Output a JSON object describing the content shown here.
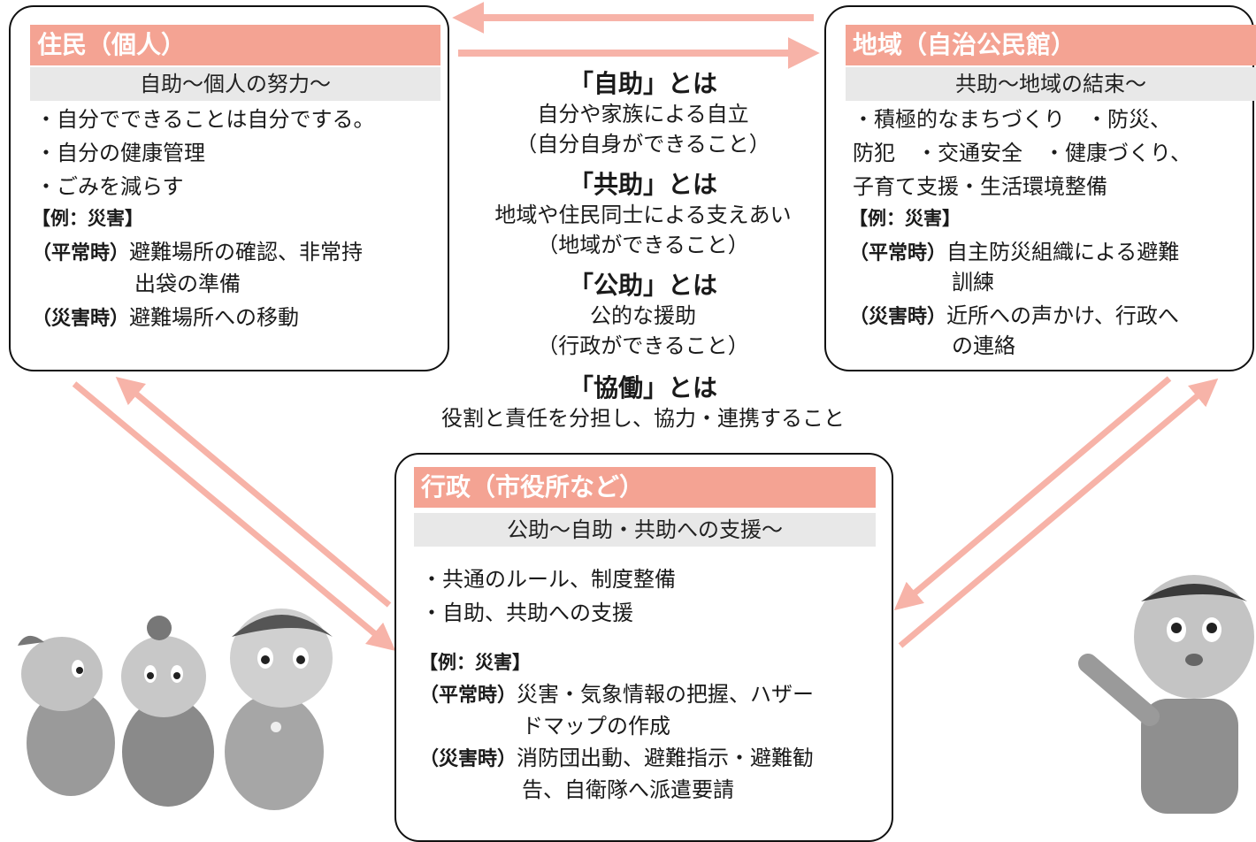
{
  "center": {
    "jijo": {
      "heading": "「自助」とは",
      "line1": "自分や家族による自立",
      "line2": "（自分自身ができること）"
    },
    "kyojo": {
      "heading": "「共助」とは",
      "line1": "地域や住民同士による支えあい",
      "line2": "（地域ができること）"
    },
    "kojo": {
      "heading": "「公助」とは",
      "line1": "公的な援助",
      "line2": "（行政ができること）"
    },
    "kyodo": {
      "heading": "「協働」とは",
      "line1": "役割と責任を分担し、協力・連携すること"
    }
  },
  "resident": {
    "title": "住民（個人）",
    "subtitle": "自助～個人の努力～",
    "items": [
      "・自分でできることは自分でする。",
      "・自分の健康管理",
      "・ごみを減らす"
    ],
    "example_label": "【例：災害】",
    "normal_key": "（平常時）",
    "normal_text_1": "避難場所の確認、非常持",
    "normal_text_2": "出袋の準備",
    "disaster_key": "（災害時）",
    "disaster_text_1": "避難場所への移動"
  },
  "community": {
    "title": "地域（自治公民館）",
    "subtitle": "共助～地域の結束～",
    "item_line_1": "・積極的なまちづくり　・防災、",
    "item_line_2": "防犯　・交通安全　・健康づくり、",
    "item_line_3": "子育て支援・生活環境整備",
    "example_label": "【例：災害】",
    "normal_key": "（平常時）",
    "normal_text_1": "自主防災組織による避難",
    "normal_text_2": "訓練",
    "disaster_key": "（災害時）",
    "disaster_text_1": "近所への声かけ、行政へ",
    "disaster_text_2": "の連絡"
  },
  "government": {
    "title": "行政（市役所など）",
    "subtitle": "公助～自助・共助への支援～",
    "items": [
      "・共通のルール、制度整備",
      "・自助、共助への支援"
    ],
    "example_label": "【例：災害】",
    "normal_key": "（平常時）",
    "normal_text_1": "災害・気象情報の把握、ハザー",
    "normal_text_2": "ドマップの作成",
    "disaster_key": "（災害時）",
    "disaster_text_1": "消防団出動、避難指示・避難勧",
    "disaster_text_2": "告、自衛隊へ派遣要請"
  },
  "colors": {
    "accent": "#f4a393",
    "arrow": "#f7b3a8",
    "band": "#e8e8e8",
    "border": "#111111"
  },
  "icons": [
    "arrow-left-icon",
    "arrow-right-icon",
    "arrow-diagonal-icon",
    "children-figures-icon",
    "man-figure-icon"
  ]
}
